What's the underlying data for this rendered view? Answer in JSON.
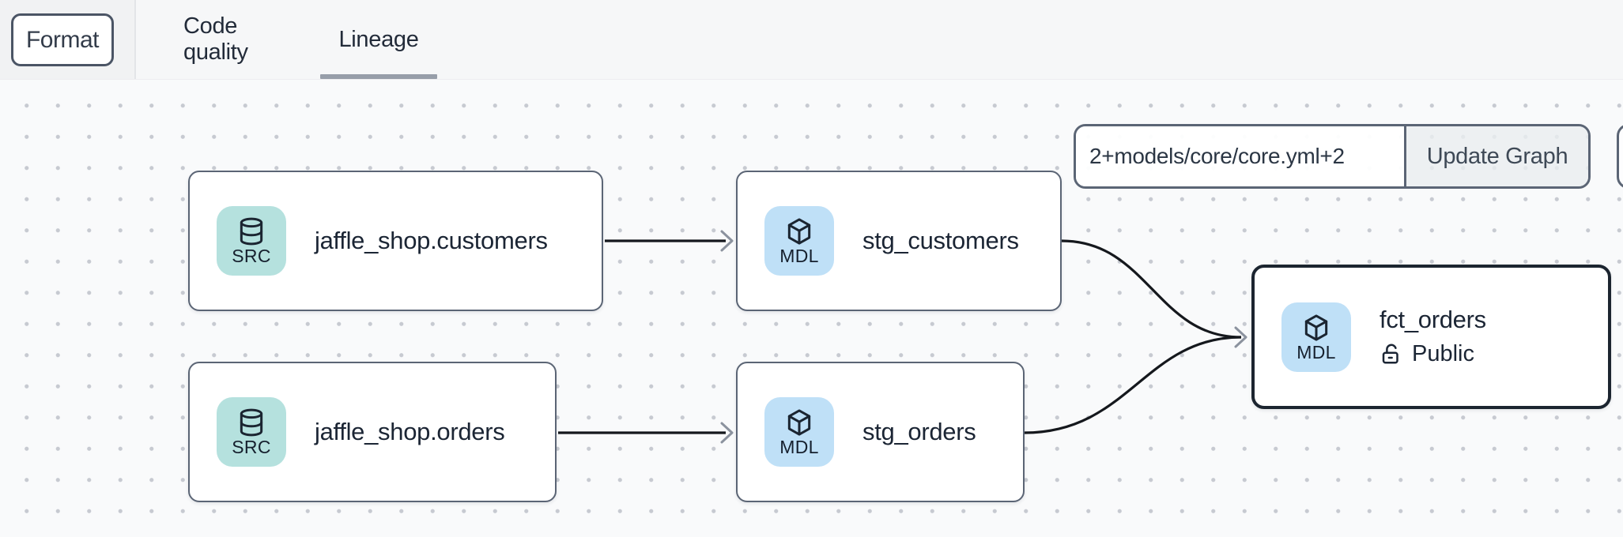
{
  "toolbar": {
    "format_label": "Format"
  },
  "tabs": {
    "code_quality_label": "Code quality",
    "lineage_label": "Lineage",
    "active_tab": "Lineage"
  },
  "lineage_controls": {
    "selector_value": "2+models/core/core.yml+2",
    "update_button_label": "Update Graph"
  },
  "graph": {
    "nodes": [
      {
        "id": "jaffle_shop.customers",
        "badge": "SRC",
        "icon": "database-icon",
        "label": "jaffle_shop.customers"
      },
      {
        "id": "stg_customers",
        "badge": "MDL",
        "icon": "cube-icon",
        "label": "stg_customers"
      },
      {
        "id": "jaffle_shop.orders",
        "badge": "SRC",
        "icon": "database-icon",
        "label": "jaffle_shop.orders"
      },
      {
        "id": "stg_orders",
        "badge": "MDL",
        "icon": "cube-icon",
        "label": "stg_orders"
      },
      {
        "id": "fct_orders",
        "badge": "MDL",
        "icon": "cube-icon",
        "label": "fct_orders",
        "access": "Public",
        "access_icon": "unlock-icon",
        "selected": true
      }
    ],
    "edges": [
      {
        "from": "jaffle_shop.customers",
        "to": "stg_customers"
      },
      {
        "from": "jaffle_shop.orders",
        "to": "stg_orders"
      },
      {
        "from": "stg_customers",
        "to": "fct_orders"
      },
      {
        "from": "stg_orders",
        "to": "fct_orders"
      }
    ]
  },
  "colors": {
    "src_badge": "#b5e1de",
    "mdl_badge": "#bfe0f7",
    "node_border": "#5b6575",
    "selected_node_border": "#1c2530",
    "edge": "#15181d",
    "arrowhead": "#8b929e",
    "tab_underline": "#979ea9",
    "text": "#1b2534",
    "topbar_bg": "#f6f7f8",
    "canvas_bg": "#f9fafb"
  }
}
